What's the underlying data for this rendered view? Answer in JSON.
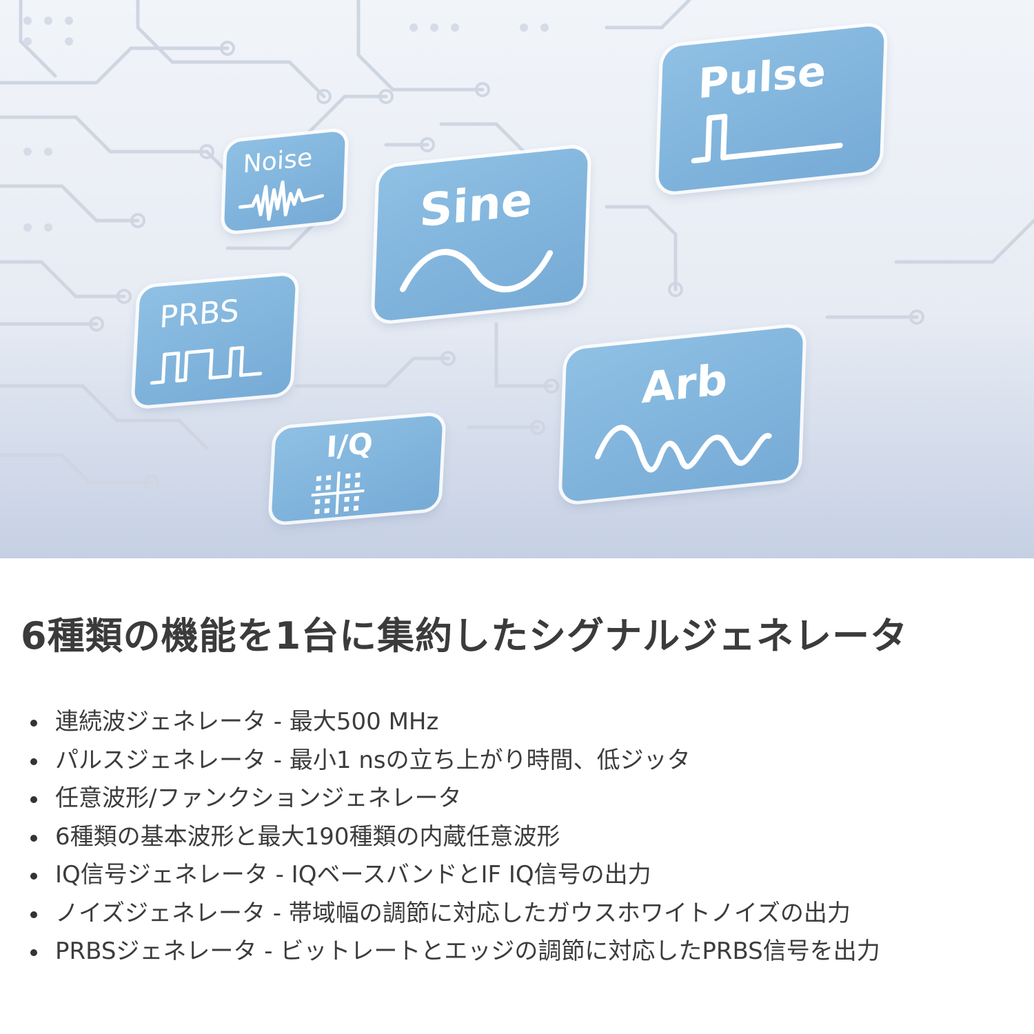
{
  "hero": {
    "tiles": {
      "noise": {
        "label": "Noise",
        "icon": "noise-wave-icon"
      },
      "sine": {
        "label": "Sine",
        "icon": "sine-wave-icon"
      },
      "pulse": {
        "label": "Pulse",
        "icon": "pulse-wave-icon"
      },
      "prbs": {
        "label": "PRBS",
        "icon": "square-wave-icon"
      },
      "iq": {
        "label": "I/Q",
        "icon": "constellation-icon"
      },
      "arb": {
        "label": "Arb",
        "icon": "arbitrary-wave-icon"
      }
    },
    "colors": {
      "tile": "#7fb4dc",
      "tile_outline": "#ffffff",
      "background": "#e8edf5"
    }
  },
  "headline": "6種類の機能を1台に集約したシグナルジェネレータ",
  "features": [
    "連続波ジェネレータ - 最大500 MHz",
    "パルスジェネレータ - 最小1 nsの立ち上がり時間、低ジッタ",
    "任意波形/ファンクションジェネレータ",
    "6種類の基本波形と最大190種類の内蔵任意波形",
    "IQ信号ジェネレータ - IQベースバンドとIF IQ信号の出力",
    "ノイズジェネレータ - 帯域幅の調節に対応したガウスホワイトノイズの出力",
    "PRBSジェネレータ - ビットレートとエッジの調節に対応したPRBS信号を出力"
  ]
}
